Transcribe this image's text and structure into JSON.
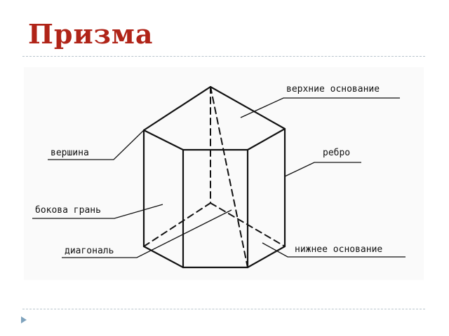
{
  "slide": {
    "title": "Призма"
  },
  "diagram": {
    "labels": {
      "upper_base": "верхние основание",
      "edge": "ребро",
      "vertex": "вершина",
      "lateral_face": "бокова грань",
      "diagonal": "диагональ",
      "lower_base": "нижнее основание"
    }
  },
  "colors": {
    "title": "#b02418",
    "line": "#111111",
    "rule": "#b8c4cc",
    "bullet": "#7fa3bd"
  }
}
